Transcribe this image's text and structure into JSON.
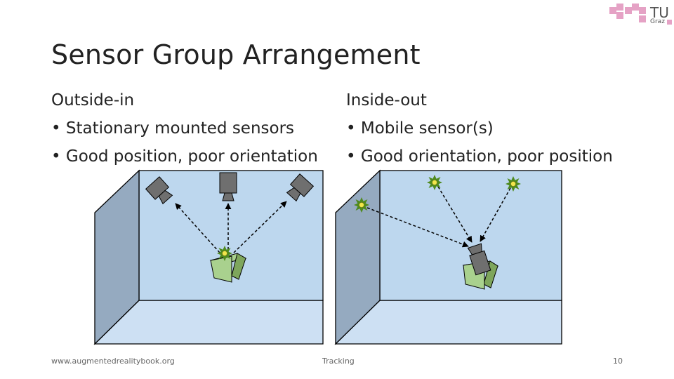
{
  "slide": {
    "title": "Sensor Group Arrangement",
    "left_column": {
      "heading": "Outside-in",
      "bullets": [
        "• Stationary mounted sensors",
        "• Good position, poor orientation"
      ]
    },
    "right_column": {
      "heading": "Inside-out",
      "bullets": [
        "• Mobile sensor(s)",
        "• Good orientation, poor position"
      ]
    },
    "footer": {
      "website": "www.augmentedrealitybook.org",
      "section": "Tracking",
      "page_number": "10"
    },
    "logo": {
      "name": "TU",
      "sub": "Graz"
    }
  },
  "colors": {
    "room_back": "#bdd7ee",
    "room_side": "#95aac0",
    "room_floor": "#cde0f3",
    "room_edge": "#000000",
    "sensor": "#6f6f6f",
    "marker_star": "#4f8a1e",
    "marker_center": "#f2e64b",
    "cube": "#a9d18e",
    "logo": "#e5a2c5"
  },
  "icons": [
    "camera-icon",
    "star-marker-icon",
    "cube-icon"
  ]
}
